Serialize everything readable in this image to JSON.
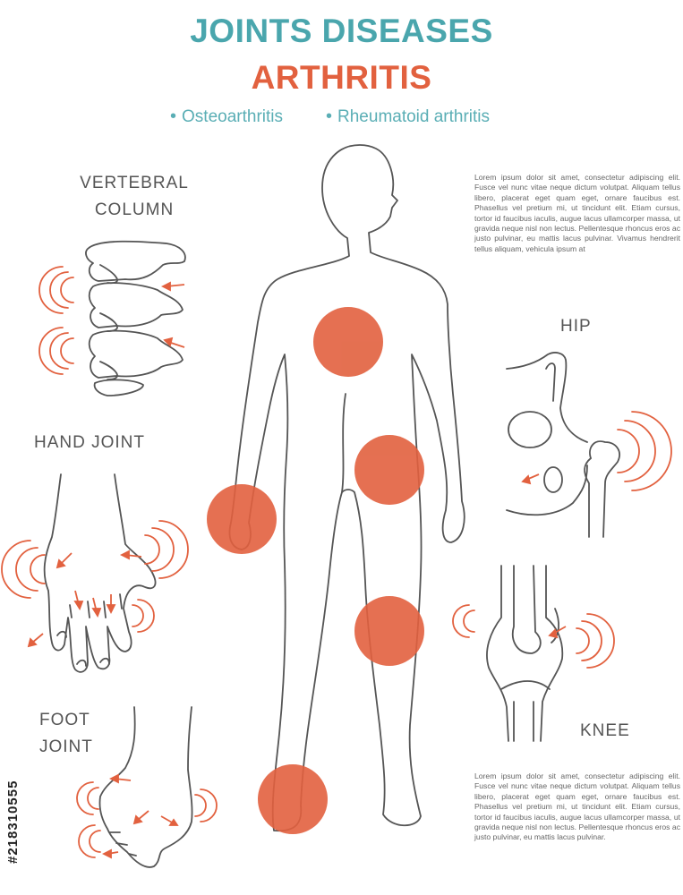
{
  "title": "JOINTS DISEASES",
  "subtitle": "ARTHRITIS",
  "types": [
    "Osteoarthritis",
    "Rheumatoid arthritis"
  ],
  "labels": {
    "vertebral": [
      "VERTEBRAL",
      "COLUMN"
    ],
    "hand": "HAND JOINT",
    "foot": [
      "FOOT",
      "JOINT"
    ],
    "hip": "HIP",
    "knee": "KNEE"
  },
  "lorem_top": "Lorem ipsum dolor sit amet, consectetur adipiscing elit. Fusce vel nunc vitae neque dictum volutpat. Aliquam tellus libero, placerat eget quam eget, ornare faucibus est. Phasellus vel pretium mi, ut tincidunt elit. Etiam cursus, tortor id faucibus iaculis, augue lacus ullamcorper massa, ut gravida neque nisl non lectus. Pellentesque rhoncus eros ac justo pulvinar, eu mattis lacus pulvinar. Vivamus hendrerit tellus aliquam, vehicula ipsum at",
  "lorem_bottom": "Lorem ipsum dolor sit amet, consectetur adipiscing elit. Fusce vel nunc vitae neque dictum volutpat. Aliquam tellus libero, placerat eget quam eget, ornare faucibus est. Phasellus vel pretium mi, ut tincidunt elit. Etiam cursus, tortor id faucibus iaculis, augue lacus ullamcorper massa, ut gravida neque nisl non lectus. Pellentesque rhoncus eros ac justo pulvinar, eu mattis lacus pulvinar.",
  "stock_id": "#218310555",
  "colors": {
    "teal": "#4aa6ad",
    "orange": "#e2613f",
    "line": "#555555"
  }
}
